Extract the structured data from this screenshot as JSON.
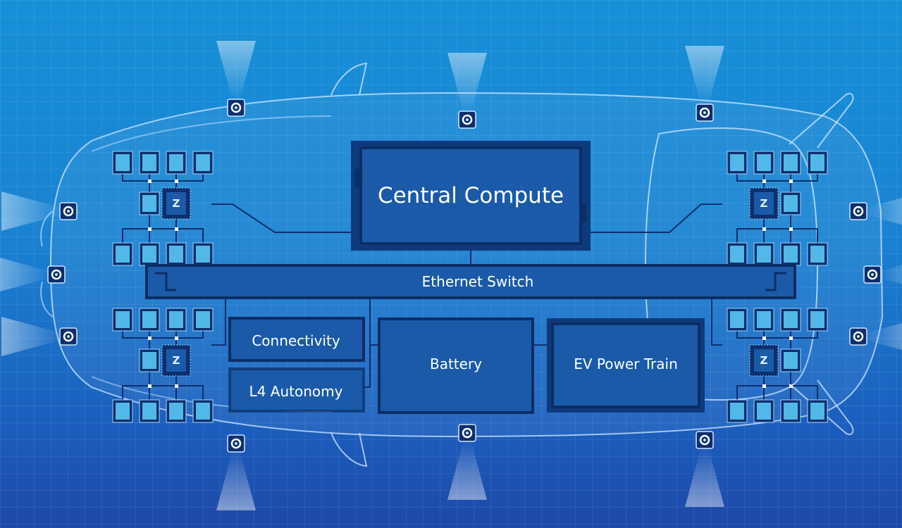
{
  "diagram": {
    "central_compute": "Central Compute",
    "ethernet_switch": "Ethernet Switch",
    "connectivity": "Connectivity",
    "l4_autonomy": "L4 Autonomy",
    "battery": "Battery",
    "ev_power_train": "EV Power Train",
    "zone_controller_label": "Z",
    "zone_controller_count": 4,
    "sensor_count": 12
  },
  "colors": {
    "background": "#1a82d2",
    "box_fill": "#1a5aa8",
    "box_border": "#0f3c80",
    "outline": "#cfe8ff",
    "ecu_fill": "#5fd0ff"
  }
}
